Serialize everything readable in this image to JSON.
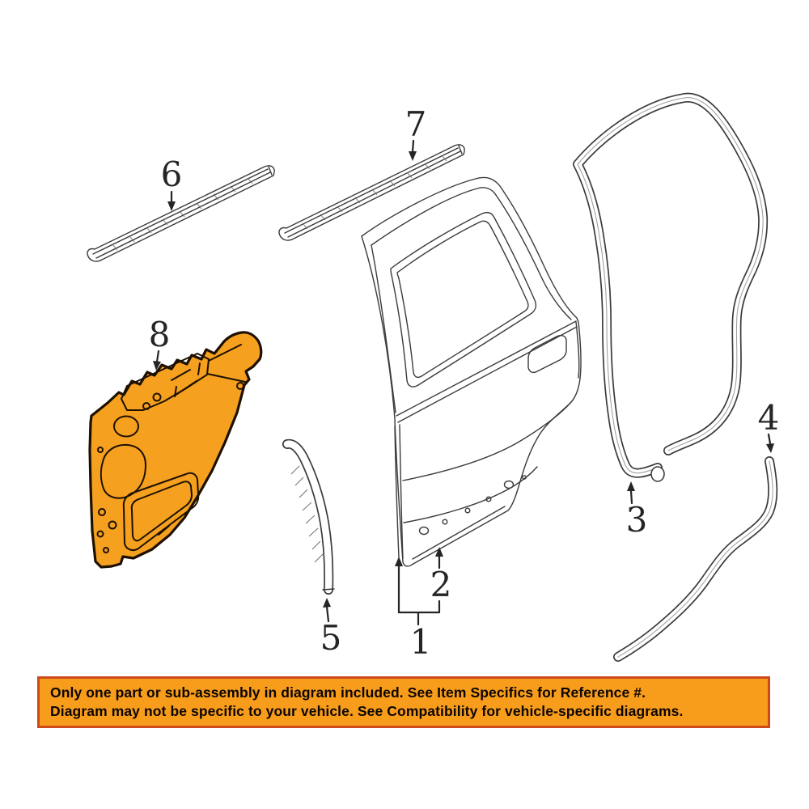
{
  "page": {
    "background_color": "#ffffff"
  },
  "diagram": {
    "type": "exploded-parts-line-diagram",
    "subject": "rear door with weatherstrips, moldings and highlighted water shield",
    "line_color": "#3b3b3b",
    "highlight_color": "#f5a01f",
    "callout_color": "#252525",
    "highlighted_callout": "8",
    "callouts": [
      {
        "label": "1"
      },
      {
        "label": "2"
      },
      {
        "label": "3"
      },
      {
        "label": "4"
      },
      {
        "label": "5"
      },
      {
        "label": "6"
      },
      {
        "label": "7"
      },
      {
        "label": "8"
      }
    ]
  },
  "banner": {
    "line1": "Only one part or sub-assembly in diagram included. See Item Specifics for Reference #.",
    "line2": "Diagram may not be specific to your vehicle. See Compatibility for vehicle-specific diagrams.",
    "background_color": "#f89c1c",
    "border_color": "#ce4a18",
    "text_color": "#0b0500"
  }
}
